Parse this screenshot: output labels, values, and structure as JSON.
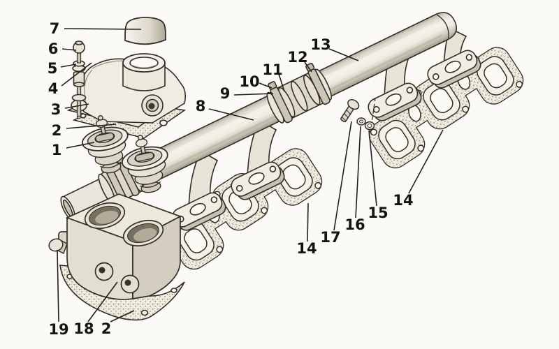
{
  "diagram": {
    "description": "exploded parts diagram of engine water manifold and thermostat housing assembly",
    "colors": {
      "paper": "#fbfaf6",
      "ink": "#2b2722",
      "stipple_dot": "#8a8272"
    },
    "callouts": [
      {
        "label": "7",
        "part": "rubber-cap",
        "t": [
          78,
          41
        ],
        "l": [
          92,
          41,
          202,
          42
        ]
      },
      {
        "label": "6",
        "part": "bolt",
        "t": [
          76,
          70
        ],
        "l": [
          89,
          70,
          109,
          72
        ]
      },
      {
        "label": "5",
        "part": "washers",
        "t": [
          75,
          98
        ],
        "l": [
          87,
          96,
          109,
          92
        ]
      },
      {
        "label": "4",
        "part": "stud",
        "t": [
          76,
          127
        ],
        "l": [
          88,
          123,
          131,
          90
        ]
      },
      {
        "label": "3",
        "part": "thermostat-cover",
        "t": [
          80,
          157
        ],
        "l": [
          93,
          155,
          127,
          149
        ]
      },
      {
        "label": "2",
        "part": "cover-gasket",
        "t": [
          81,
          187
        ],
        "l": [
          95,
          184,
          166,
          178
        ]
      },
      {
        "label": "1",
        "part": "thermostat",
        "t": [
          81,
          215
        ],
        "l": [
          95,
          212,
          135,
          204
        ]
      },
      {
        "label": "8",
        "part": "water-pipe",
        "t": [
          287,
          152
        ],
        "l": [
          299,
          156,
          363,
          172
        ]
      },
      {
        "label": "9",
        "part": "hose-clamp",
        "t": [
          322,
          134
        ],
        "l": [
          335,
          136,
          391,
          134
        ]
      },
      {
        "label": "10",
        "part": "hose-clamp-screw",
        "t": [
          357,
          117
        ],
        "l": [
          371,
          119,
          389,
          126
        ]
      },
      {
        "label": "11",
        "part": "connecting-hose",
        "t": [
          390,
          100
        ],
        "l": [
          399,
          106,
          407,
          131
        ]
      },
      {
        "label": "12",
        "part": "hose-clamp",
        "t": [
          426,
          82
        ],
        "l": [
          436,
          89,
          446,
          103
        ]
      },
      {
        "label": "13",
        "part": "pipe-section",
        "t": [
          459,
          64
        ],
        "l": [
          471,
          70,
          513,
          87
        ]
      },
      {
        "label": "14",
        "part": "manifold-gasket",
        "t": [
          577,
          287
        ],
        "l": [
          585,
          277,
          634,
          186
        ]
      },
      {
        "label": "15",
        "part": "washer",
        "t": [
          541,
          305
        ],
        "l": [
          539,
          295,
          528,
          187
        ]
      },
      {
        "label": "16",
        "part": "lock-washer",
        "t": [
          508,
          322
        ],
        "l": [
          509,
          312,
          516,
          181
        ]
      },
      {
        "label": "17",
        "part": "bolt",
        "t": [
          473,
          340
        ],
        "l": [
          478,
          330,
          503,
          174
        ]
      },
      {
        "label": "14",
        "part": "manifold-gasket",
        "t": [
          439,
          356
        ],
        "l": [
          440,
          346,
          441,
          291
        ]
      },
      {
        "label": "19",
        "part": "drain-plug",
        "t": [
          84,
          472
        ],
        "l": [
          84,
          461,
          82,
          358
        ]
      },
      {
        "label": "18",
        "part": "thermostat-housing",
        "t": [
          120,
          471
        ],
        "l": [
          126,
          461,
          168,
          404
        ]
      },
      {
        "label": "2",
        "part": "housing-gasket",
        "t": [
          152,
          471
        ],
        "l": [
          158,
          461,
          192,
          445
        ]
      }
    ]
  }
}
